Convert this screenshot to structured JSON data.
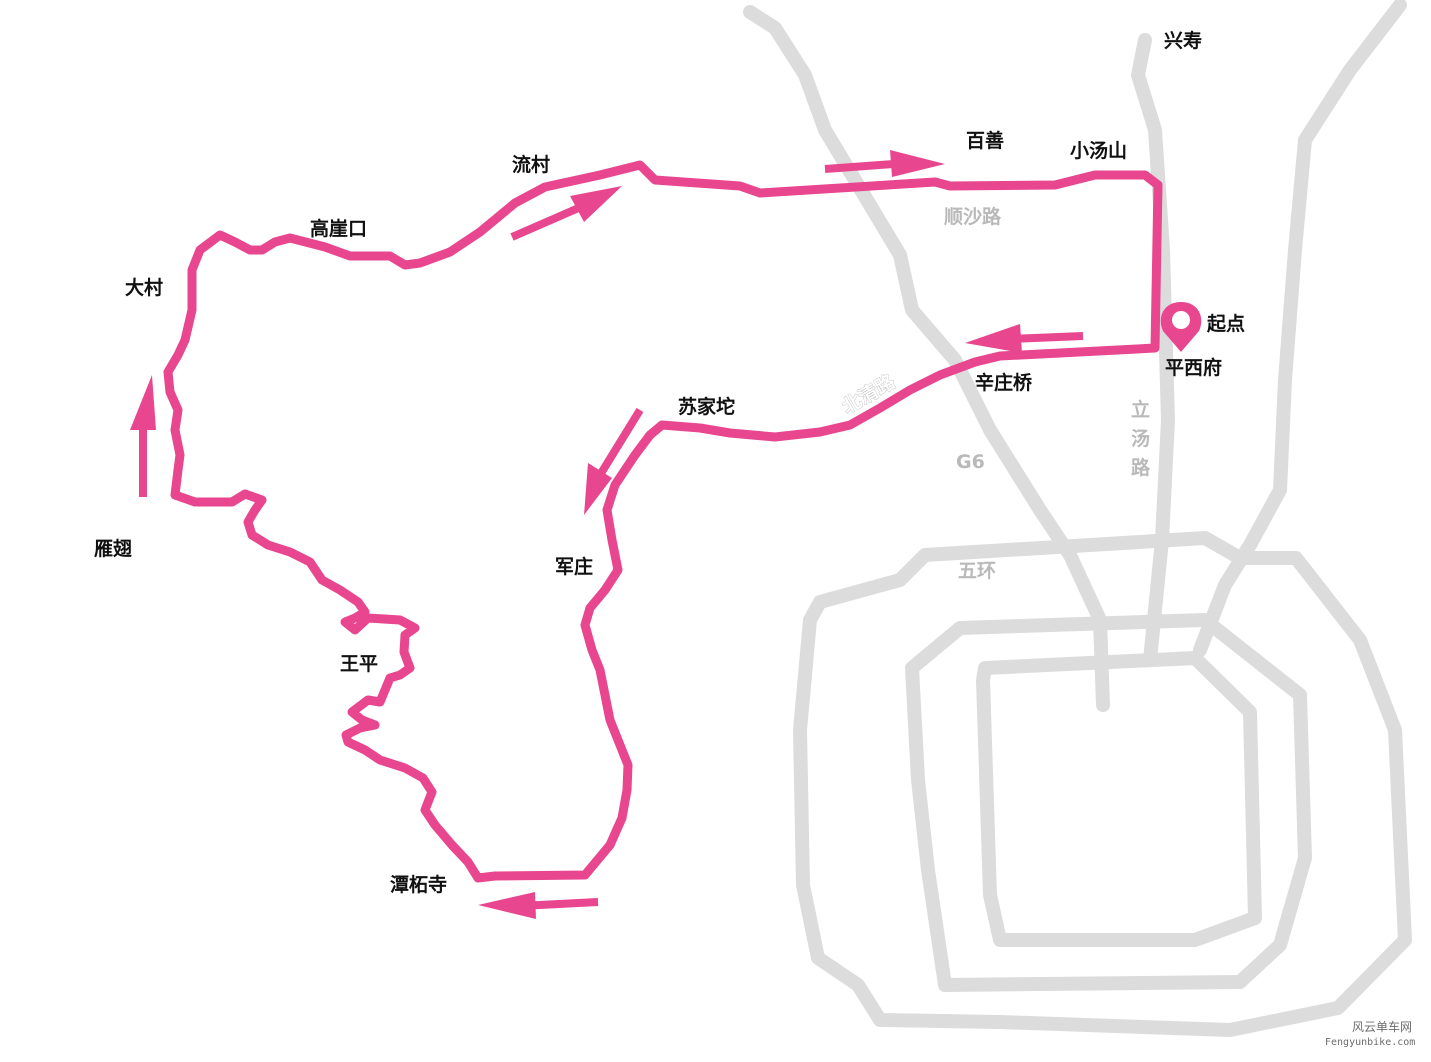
{
  "colors": {
    "route": "#e8468f",
    "road": "#dcdcdc",
    "road_label": "#b9b9b9",
    "place_label": "#111111",
    "background": "#ffffff"
  },
  "start_marker": {
    "icon": "map-pin-icon",
    "label": "起点"
  },
  "places": {
    "xingshou": "兴寿",
    "baishan": "百善",
    "xiaotangshan": "小汤山",
    "liucun": "流村",
    "gaoyakou": "高崖口",
    "dacun": "大村",
    "yanchi": "雁翅",
    "wangping": "王平",
    "tanzhesi": "潭柘寺",
    "junzhuang": "军庄",
    "sujiatuo": "苏家坨",
    "xinzhuangqiao": "辛庄桥",
    "pingxifu": "平西府"
  },
  "roads": {
    "shunsha": "顺沙路",
    "beiqing": "北清路",
    "litang": "立汤路",
    "g6": "G6",
    "wuhuan": "五环"
  },
  "watermark": {
    "name": "风云单车网",
    "url": "Fengyunbike.com"
  }
}
